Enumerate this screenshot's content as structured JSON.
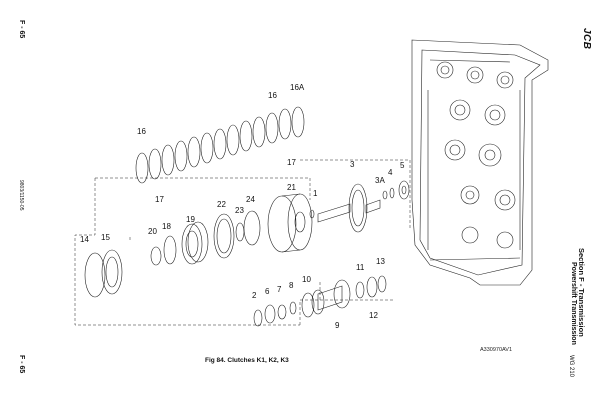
{
  "page": {
    "page_number_top": "F - 65",
    "page_number_bottom": "F - 65",
    "doc_code": "9803/1150-05",
    "section_title": "Section F - Transmission",
    "section_subtitle": "Powershift Transmission",
    "model": "WG 210",
    "figure_caption": "Fig 84. Clutches K1, K2, K3",
    "figure_ref": "A330970AV1",
    "brand": "JCB"
  },
  "callouts": [
    "16",
    "16",
    "16A",
    "17",
    "17",
    "3",
    "3A",
    "4",
    "5",
    "1",
    "21",
    "24",
    "22",
    "23",
    "19",
    "18",
    "20",
    "14",
    "15",
    "2",
    "6",
    "7",
    "8",
    "10",
    "11",
    "13",
    "12",
    "9"
  ],
  "colors": {
    "ink": "#111111",
    "paper": "#ffffff",
    "gear_fill": "#e8e8e8"
  }
}
